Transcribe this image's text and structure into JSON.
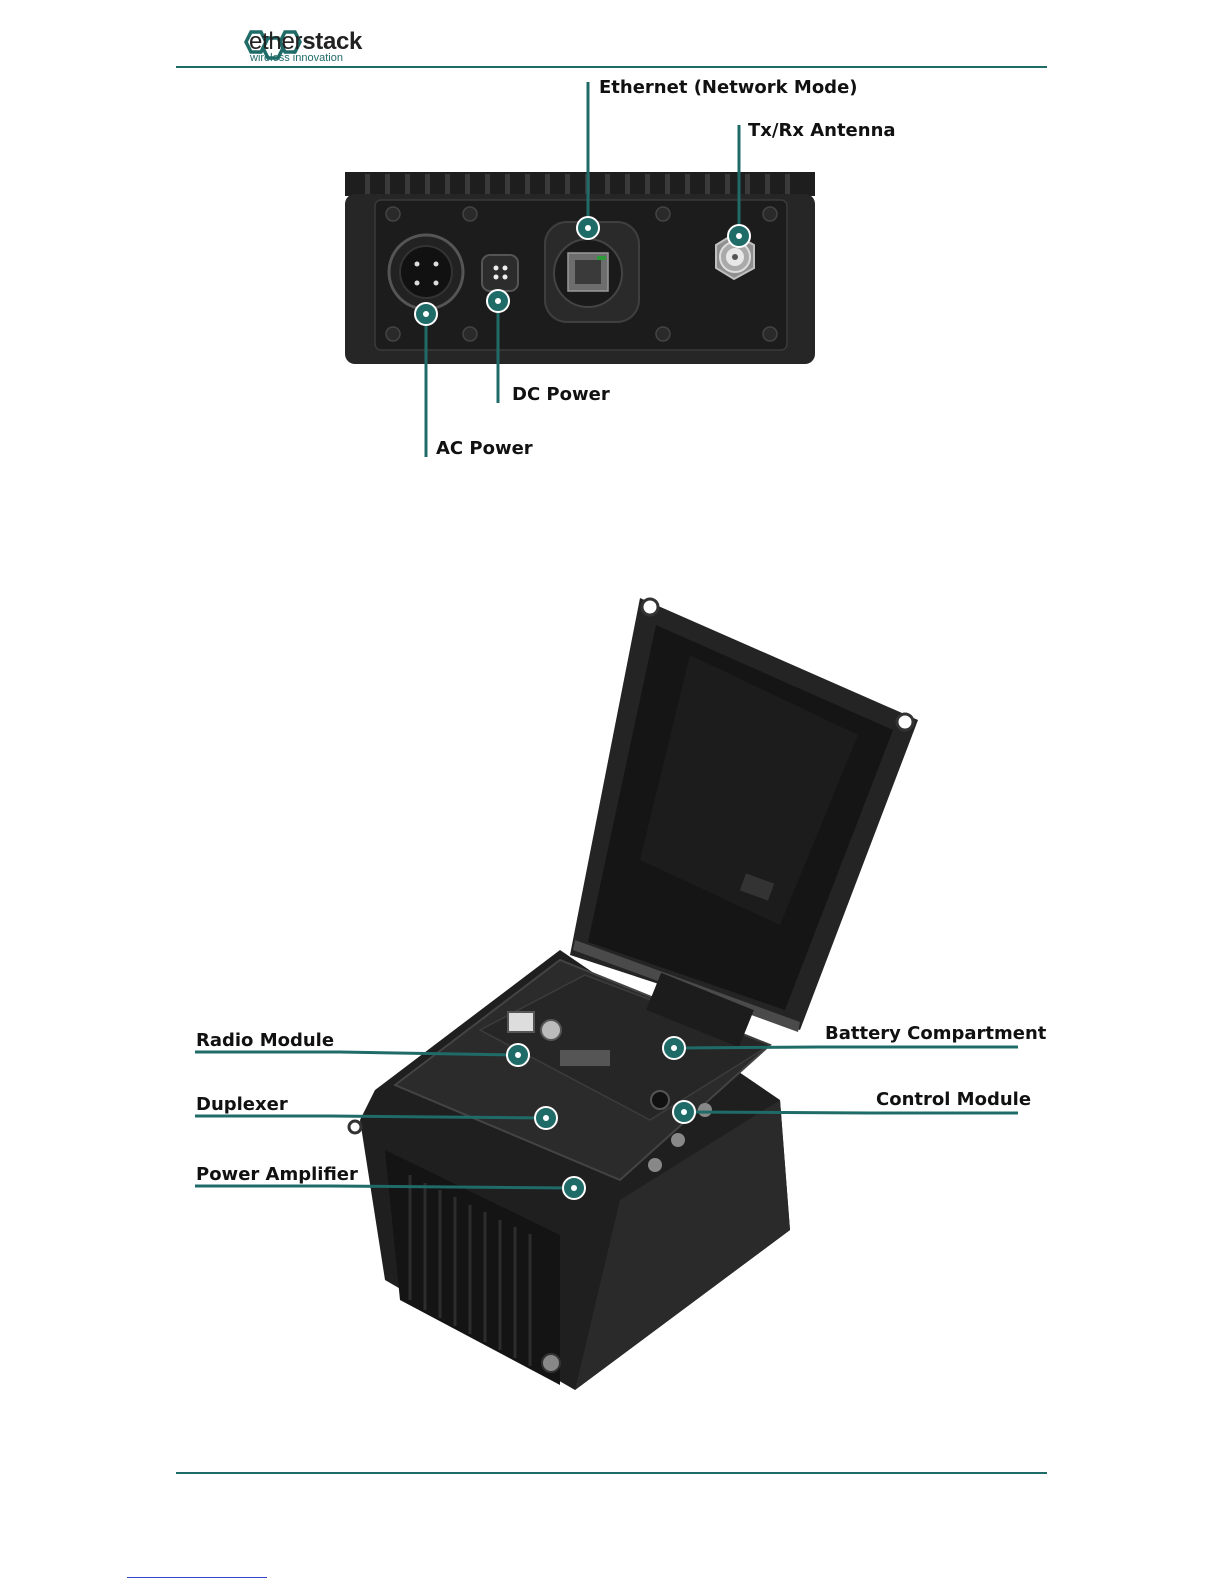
{
  "header": {
    "brand_light": "ether",
    "brand_bold": "stack",
    "tagline": "wireless innovation"
  },
  "colors": {
    "accent": "#1f6b68",
    "device_body": "#2b2b2b",
    "callout_dot": "#1f6b68"
  },
  "top_figure": {
    "labels": {
      "ethernet": "Ethernet (Network Mode)",
      "antenna": "Tx/Rx Antenna",
      "dc_power": "DC Power",
      "ac_power": "AC Power"
    }
  },
  "bottom_figure": {
    "labels": {
      "radio_module": "Radio Module",
      "battery": "Battery Compartment",
      "duplexer": "Duplexer",
      "control_module": "Control Module",
      "power_amplifier": "Power Amplifier"
    }
  }
}
